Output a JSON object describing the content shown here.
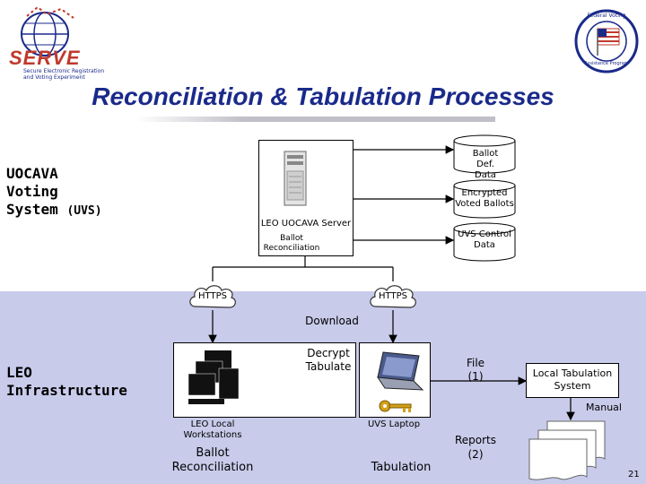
{
  "header": {
    "logo_word": "SERVE",
    "logo_tagline": "Secure Electronic Registration and Voting Experiment",
    "seal_top_text": "Federal Voting",
    "seal_bottom_text": "Assistance Program",
    "title": "Reconciliation & Tabulation Processes"
  },
  "upper": {
    "system_label_line1": "UOCAVA",
    "system_label_line2": "Voting",
    "system_label_line3": "System",
    "system_label_abbr": "(UVS)",
    "server_label": "LEO UOCAVA Server",
    "server_process": "Ballot Reconciliation",
    "databases": {
      "ballot_def": "Ballot Def. Data",
      "encrypted": "Encrypted Voted Ballots",
      "uvs_control": "UVS Control Data"
    },
    "https_left": "HTTPS",
    "https_right": "HTTPS"
  },
  "lower": {
    "infra_line1": "LEO",
    "infra_line2": "Infrastructure",
    "download_label": "Download",
    "decrypt_label": "Decrypt Tabulate",
    "workstations_label": "LEO Local Workstations",
    "ballot_reconciliation": "Ballot Reconciliation",
    "laptop_label": "UVS Laptop",
    "tabulation": "Tabulation",
    "file_label": "File (1)",
    "local_tab": "Local Tabulation System",
    "manual": "Manual",
    "reports_label": "Reports (2)",
    "page_number": "21"
  },
  "colors": {
    "title_blue": "#1a2a8a",
    "band": "#c8cbea",
    "serve_red": "#c0392b"
  }
}
